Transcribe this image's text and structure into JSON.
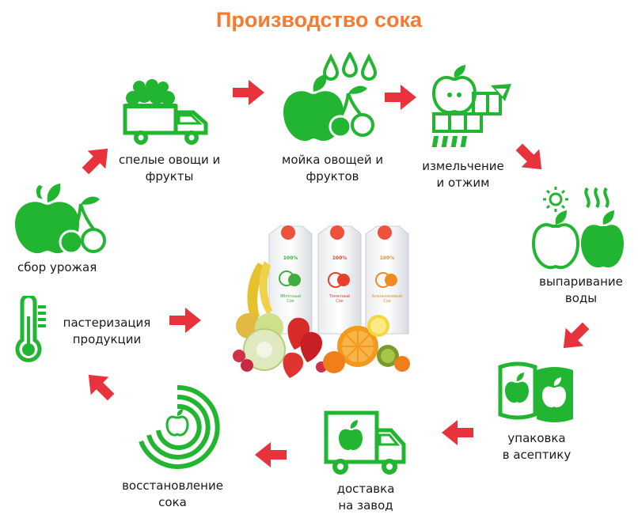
{
  "title": "Производство сока",
  "colors": {
    "title": "#f47b30",
    "icon": "#22b531",
    "arrow": "#e8323c",
    "text": "#1a1a1a"
  },
  "steps": [
    {
      "label": "сбор урожая",
      "icon": "apple-cherry-icon"
    },
    {
      "label": "спелые овощи и\nфрукты",
      "icon": "truck-fruit-icon"
    },
    {
      "label": "мойка овощей и\nфруктов",
      "icon": "apple-water-drops-icon"
    },
    {
      "label": "измельчение\nи отжим",
      "icon": "grinder-apple-icon"
    },
    {
      "label": "выпаривание\nводы",
      "icon": "sun-steam-apples-icon"
    },
    {
      "label": "упаковка\nв асептику",
      "icon": "juice-packages-icon"
    },
    {
      "label": "доставка\nна завод",
      "icon": "delivery-truck-icon"
    },
    {
      "label": "восстановление\nсока",
      "icon": "spiral-apple-icon"
    },
    {
      "label": "пастеризация\nпродукции",
      "icon": "thermometer-icon"
    }
  ],
  "center": {
    "icon": "juice-cartons-fruits-image",
    "cartons": [
      {
        "percent": "100%",
        "name": "Яблочный\nСок",
        "color": "#3fae3f"
      },
      {
        "percent": "100%",
        "name": "Томатный\nСок",
        "color": "#e8402e"
      },
      {
        "percent": "100%",
        "name": "Апельсиновый\nСок",
        "color": "#f08a24"
      }
    ]
  }
}
